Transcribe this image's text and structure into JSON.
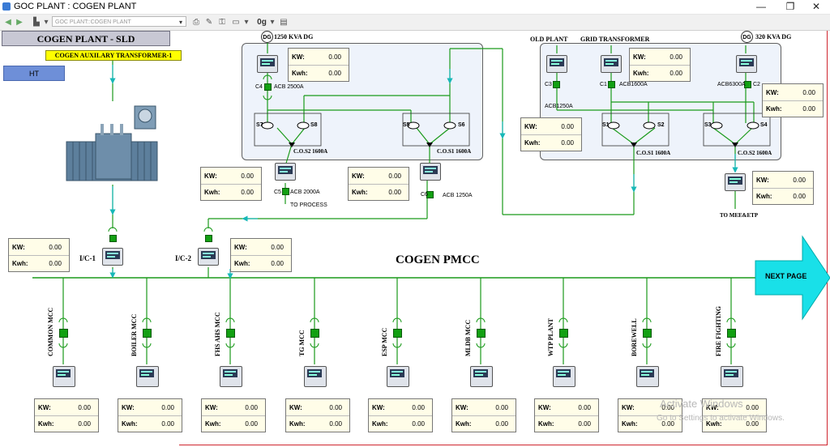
{
  "window": {
    "title": "GOC PLANT : COGEN PLANT",
    "controls": [
      "—",
      "❐",
      "✕"
    ]
  },
  "toolbar": {
    "screen_combo": "GOC PLANT::COGEN PLANT",
    "zoom_label": "0g"
  },
  "header": {
    "plant_title": "COGEN PLANT - SLD",
    "aux_transformer": "COGEN AUXILARY TRANSFORMER-1",
    "ht_button": "HT"
  },
  "sources": {
    "dg_1250": "1250 KVA DG",
    "dg_320": "320 KVA DG",
    "old_plant": "OLD PLANT",
    "grid_transformer": "GRID TRANSFORMER",
    "dg_badge": "DG"
  },
  "breakers": {
    "c4": "C4",
    "c4_acb": "ACB 2500A",
    "c5": "C5",
    "c5_acb": "ACB 2000A",
    "c5_to": "TO PROCESS",
    "c6": "C6",
    "c6_acb": "ACB 1250A",
    "c3": "C3",
    "c3_acb": "ACB1250A",
    "c1": "C1",
    "c1_acb": "ACB1600A",
    "c2": "C2",
    "c2_acb": "ACB6300A",
    "to_mee": "TO MEE&ETP"
  },
  "switches": {
    "s7": "S7",
    "s8": "S8",
    "s5": "S5",
    "s6": "S6",
    "s1": "S1",
    "s2": "S2",
    "s3": "S3",
    "s4": "S4",
    "cos2_left": "C.O.S2 1600A",
    "cos1_left": "C.O.S1 1600A",
    "cos1_right": "C.O.S1 1600A",
    "cos2_right": "C.O.S2 1600A"
  },
  "incomers": {
    "ic1": "I/C-1",
    "ic2": "I/C-2"
  },
  "bus": {
    "title": "COGEN PMCC",
    "next_page": "NEXT PAGE"
  },
  "reading_labels": {
    "kw": "KW:",
    "kwh": "Kwh:"
  },
  "readings": {
    "dg1250": {
      "kw": "0.00",
      "kwh": "0.00"
    },
    "grid": {
      "kw": "0.00",
      "kwh": "0.00"
    },
    "dg320": {
      "kw": "0.00",
      "kwh": "0.00"
    },
    "oldplant": {
      "kw": "0.00",
      "kwh": "0.00"
    },
    "c5": {
      "kw": "0.00",
      "kwh": "0.00"
    },
    "c6": {
      "kw": "0.00",
      "kwh": "0.00"
    },
    "mee": {
      "kw": "0.00",
      "kwh": "0.00"
    },
    "ic1": {
      "kw": "0.00",
      "kwh": "0.00"
    },
    "ic2": {
      "kw": "0.00",
      "kwh": "0.00"
    }
  },
  "feeders": [
    {
      "name": "COMMON MCC",
      "kw": "0.00",
      "kwh": "0.00"
    },
    {
      "name": "BOILER MCC",
      "kw": "0.00",
      "kwh": "0.00"
    },
    {
      "name": "FHS AHS MCC",
      "kw": "0.00",
      "kwh": "0.00"
    },
    {
      "name": "TG MCC",
      "kw": "0.00",
      "kwh": "0.00"
    },
    {
      "name": "ESP MCC",
      "kw": "0.00",
      "kwh": "0.00"
    },
    {
      "name": "MLDB MCC",
      "kw": "0.00",
      "kwh": "0.00"
    },
    {
      "name": "WTP PLANT",
      "kw": "0.00",
      "kwh": "0.00"
    },
    {
      "name": "BOREWELL",
      "kw": "0.00",
      "kwh": "0.00"
    },
    {
      "name": "FIRE FIGHTING",
      "kw": "0.00",
      "kwh": "0.00"
    }
  ],
  "os_watermark": {
    "line1": "Activate Windows",
    "line2": "Go to Settings to activate Windows."
  },
  "colors": {
    "line": "#1a9a1a",
    "arrow": "#17b8b8",
    "breaker": "#12a012",
    "panel": "#eef3fb"
  }
}
